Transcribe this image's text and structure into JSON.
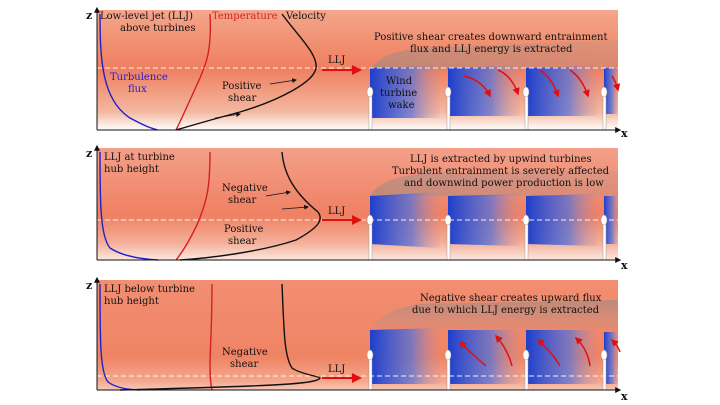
{
  "colors": {
    "background_bands": "#f08a6a",
    "turbulence": "#1f1fcc",
    "temperature": "#d62020",
    "velocity": "#111111",
    "wake": "#2a4fd0",
    "arrow": "#e01010"
  },
  "panels": [
    {
      "axis_z": "z",
      "axis_x": "x",
      "title_lines": [
        "Low-level jet (LLJ)",
        "above turbines"
      ],
      "temperature_label": "Temperature",
      "velocity_label": "Velocity",
      "turbulence_lines": [
        "Turbulence",
        "flux"
      ],
      "shear_labels": [
        {
          "lines": [
            "Positive",
            "shear"
          ]
        }
      ],
      "llj_label": "LLJ",
      "note_lines": [
        "Positive shear creates downward entrainment",
        "flux and LLJ energy is extracted"
      ],
      "wake_label_lines": [
        "Wind",
        "turbine",
        "wake"
      ],
      "flux_direction": "down"
    },
    {
      "axis_z": "z",
      "axis_x": "x",
      "title_lines": [
        "LLJ at turbine",
        "hub height"
      ],
      "shear_labels": [
        {
          "lines": [
            "Negative",
            "shear"
          ]
        },
        {
          "lines": [
            "Positive",
            "shear"
          ]
        }
      ],
      "llj_label": "LLJ",
      "note_lines": [
        "LLJ is extracted by upwind turbines",
        "Turbulent entrainment is severely affected",
        "and downwind power production is low"
      ],
      "flux_direction": "none"
    },
    {
      "axis_z": "z",
      "axis_x": "x",
      "title_lines": [
        "LLJ below turbine",
        "hub height"
      ],
      "shear_labels": [
        {
          "lines": [
            "Negative",
            "shear"
          ]
        }
      ],
      "llj_label": "LLJ",
      "note_lines": [
        "Negative shear creates upward flux",
        "due to which LLJ energy is extracted"
      ],
      "flux_direction": "up"
    }
  ]
}
